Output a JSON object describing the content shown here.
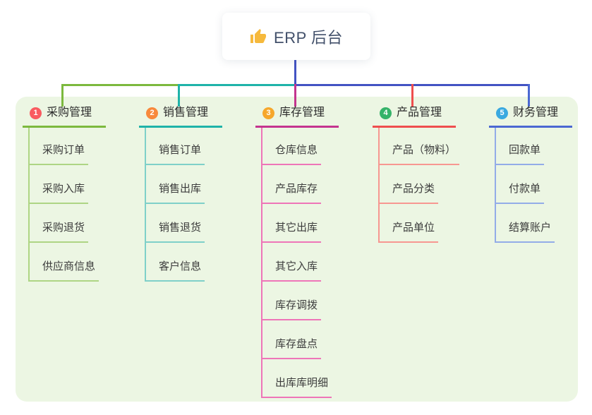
{
  "root": {
    "title": "ERP 后台",
    "icon": "thumbs-up-icon",
    "icon_color": "#f6b93c"
  },
  "connector_color": "#4353c3",
  "panel_color": "#ecf6e3",
  "branches": [
    {
      "badge": "1",
      "label": "采购管理",
      "badge_color": "#f95b60",
      "line_color": "#7cb93e",
      "child_line_color": "#aed584",
      "children": [
        "采购订单",
        "采购入库",
        "采购退货",
        "供应商信息"
      ]
    },
    {
      "badge": "2",
      "label": "销售管理",
      "badge_color": "#f8893c",
      "line_color": "#1fb3a9",
      "child_line_color": "#7fd0c9",
      "children": [
        "销售订单",
        "销售出库",
        "销售退货",
        "客户信息"
      ]
    },
    {
      "badge": "3",
      "label": "库存管理",
      "badge_color": "#f6a72b",
      "line_color": "#c4348f",
      "child_line_color": "#ee75b8",
      "children": [
        "仓库信息",
        "产品库存",
        "其它出库",
        "其它入库",
        "库存调拨",
        "库存盘点",
        "出库库明细"
      ]
    },
    {
      "badge": "4",
      "label": "产品管理",
      "badge_color": "#35b369",
      "line_color": "#ef4e4e",
      "child_line_color": "#f79791",
      "children": [
        "产品（物料）",
        "产品分类",
        "产品单位"
      ]
    },
    {
      "badge": "5",
      "label": "财务管理",
      "badge_color": "#3aa9e0",
      "line_color": "#4b68d2",
      "child_line_color": "#93ace8",
      "children": [
        "回款单",
        "付款单",
        "结算账户"
      ]
    }
  ]
}
